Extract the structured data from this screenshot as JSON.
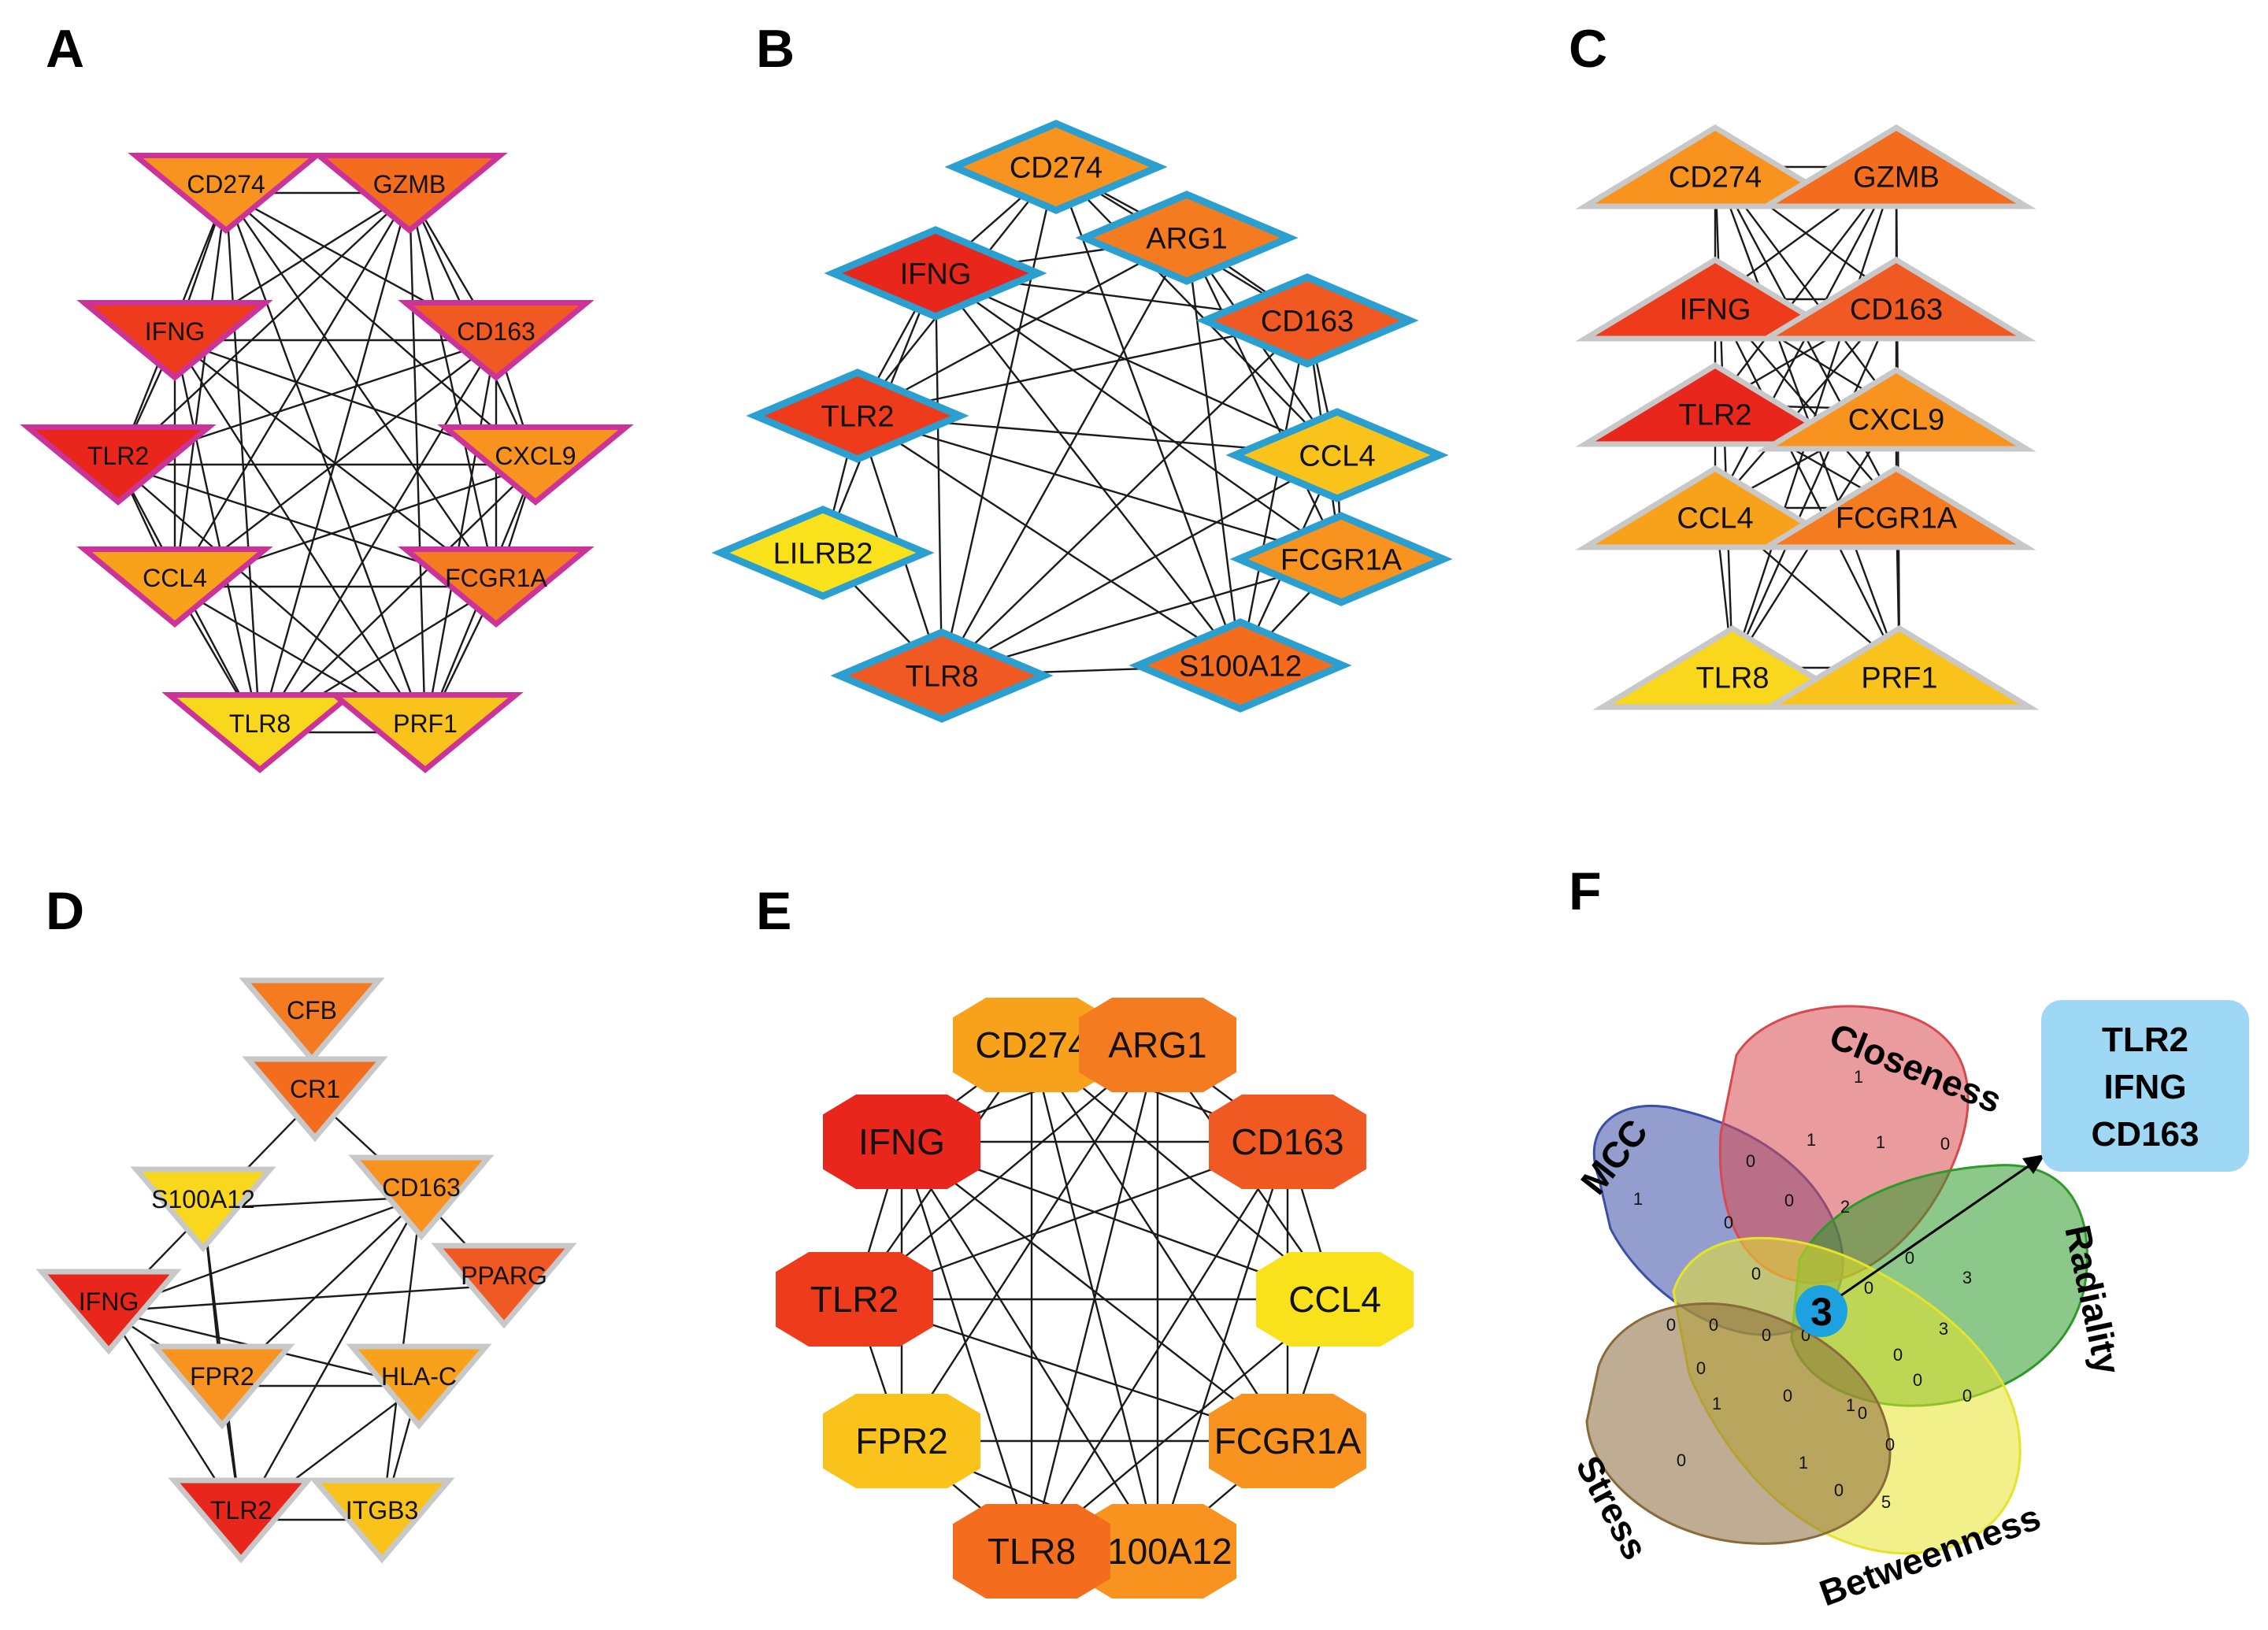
{
  "panels": [
    {
      "letter": "A",
      "shape": "vee",
      "border": "#cc3399",
      "nodes": [
        {
          "label": "CD274",
          "color": "#f7931e"
        },
        {
          "label": "GZMB",
          "color": "#f46d1f"
        },
        {
          "label": "IFNG",
          "color": "#ee3b1c"
        },
        {
          "label": "CD163",
          "color": "#f05a22"
        },
        {
          "label": "TLR2",
          "color": "#e8261c"
        },
        {
          "label": "CXCL9",
          "color": "#f7931e"
        },
        {
          "label": "CCL4",
          "color": "#f8a21c"
        },
        {
          "label": "FCGR1A",
          "color": "#f47b20"
        },
        {
          "label": "TLR8",
          "color": "#f9d71c"
        },
        {
          "label": "PRF1",
          "color": "#f9c31c"
        }
      ],
      "edges": [
        [
          0,
          1
        ],
        [
          0,
          2
        ],
        [
          0,
          3
        ],
        [
          0,
          4
        ],
        [
          0,
          5
        ],
        [
          0,
          6
        ],
        [
          0,
          7
        ],
        [
          0,
          8
        ],
        [
          0,
          9
        ],
        [
          1,
          2
        ],
        [
          1,
          3
        ],
        [
          1,
          4
        ],
        [
          1,
          5
        ],
        [
          1,
          6
        ],
        [
          1,
          7
        ],
        [
          1,
          8
        ],
        [
          1,
          9
        ],
        [
          2,
          3
        ],
        [
          2,
          4
        ],
        [
          2,
          5
        ],
        [
          2,
          6
        ],
        [
          2,
          7
        ],
        [
          2,
          8
        ],
        [
          2,
          9
        ],
        [
          3,
          4
        ],
        [
          3,
          5
        ],
        [
          3,
          6
        ],
        [
          3,
          7
        ],
        [
          3,
          8
        ],
        [
          3,
          9
        ],
        [
          4,
          5
        ],
        [
          4,
          6
        ],
        [
          4,
          7
        ],
        [
          4,
          8
        ],
        [
          4,
          9
        ],
        [
          5,
          6
        ],
        [
          5,
          7
        ],
        [
          5,
          8
        ],
        [
          5,
          9
        ],
        [
          6,
          7
        ],
        [
          6,
          8
        ],
        [
          6,
          9
        ],
        [
          7,
          8
        ],
        [
          7,
          9
        ],
        [
          8,
          9
        ]
      ]
    },
    {
      "letter": "B",
      "shape": "diamond",
      "border": "#2a9fd0",
      "nodes": [
        {
          "label": "CD274",
          "color": "#f7931e"
        },
        {
          "label": "ARG1",
          "color": "#f47b20"
        },
        {
          "label": "IFNG",
          "color": "#e8261c"
        },
        {
          "label": "CD163",
          "color": "#f05a22"
        },
        {
          "label": "TLR2",
          "color": "#ee3b1c"
        },
        {
          "label": "CCL4",
          "color": "#f9c31c"
        },
        {
          "label": "LILRB2",
          "color": "#f9e21c"
        },
        {
          "label": "FCGR1A",
          "color": "#f7931e"
        },
        {
          "label": "TLR8",
          "color": "#f05a22"
        },
        {
          "label": "S100A12",
          "color": "#f46d1f"
        }
      ],
      "edges": [
        [
          0,
          1
        ],
        [
          0,
          2
        ],
        [
          0,
          3
        ],
        [
          0,
          4
        ],
        [
          0,
          5
        ],
        [
          0,
          8
        ],
        [
          0,
          9
        ],
        [
          1,
          2
        ],
        [
          1,
          3
        ],
        [
          1,
          4
        ],
        [
          1,
          5
        ],
        [
          1,
          7
        ],
        [
          1,
          8
        ],
        [
          1,
          9
        ],
        [
          2,
          3
        ],
        [
          2,
          4
        ],
        [
          2,
          5
        ],
        [
          2,
          6
        ],
        [
          2,
          7
        ],
        [
          2,
          8
        ],
        [
          2,
          9
        ],
        [
          3,
          4
        ],
        [
          3,
          5
        ],
        [
          3,
          7
        ],
        [
          3,
          8
        ],
        [
          3,
          9
        ],
        [
          4,
          5
        ],
        [
          4,
          6
        ],
        [
          4,
          7
        ],
        [
          4,
          8
        ],
        [
          4,
          9
        ],
        [
          5,
          7
        ],
        [
          5,
          8
        ],
        [
          5,
          9
        ],
        [
          6,
          8
        ],
        [
          7,
          8
        ],
        [
          7,
          9
        ],
        [
          8,
          9
        ]
      ]
    },
    {
      "letter": "C",
      "shape": "triangle",
      "border": "#c8c8c8",
      "nodes": [
        {
          "label": "CD274",
          "color": "#f7931e"
        },
        {
          "label": "GZMB",
          "color": "#f46d1f"
        },
        {
          "label": "IFNG",
          "color": "#ee3b1c"
        },
        {
          "label": "CD163",
          "color": "#f05a22"
        },
        {
          "label": "TLR2",
          "color": "#e8261c"
        },
        {
          "label": "CXCL9",
          "color": "#f7931e"
        },
        {
          "label": "CCL4",
          "color": "#f8a21c"
        },
        {
          "label": "FCGR1A",
          "color": "#f47b20"
        },
        {
          "label": "TLR8",
          "color": "#f9d71c"
        },
        {
          "label": "PRF1",
          "color": "#f9c31c"
        }
      ],
      "edges": [
        [
          0,
          1
        ],
        [
          0,
          2
        ],
        [
          0,
          3
        ],
        [
          0,
          5
        ],
        [
          0,
          7
        ],
        [
          0,
          8
        ],
        [
          0,
          9
        ],
        [
          1,
          2
        ],
        [
          1,
          3
        ],
        [
          1,
          4
        ],
        [
          1,
          6
        ],
        [
          1,
          8
        ],
        [
          1,
          9
        ],
        [
          2,
          3
        ],
        [
          2,
          4
        ],
        [
          2,
          5
        ],
        [
          2,
          7
        ],
        [
          2,
          9
        ],
        [
          3,
          4
        ],
        [
          3,
          5
        ],
        [
          3,
          6
        ],
        [
          3,
          8
        ],
        [
          4,
          5
        ],
        [
          4,
          6
        ],
        [
          4,
          7
        ],
        [
          5,
          6
        ],
        [
          5,
          7
        ],
        [
          5,
          8
        ],
        [
          6,
          7
        ],
        [
          6,
          8
        ],
        [
          6,
          9
        ],
        [
          7,
          9
        ],
        [
          8,
          9
        ]
      ]
    },
    {
      "letter": "D",
      "shape": "vee",
      "border": "#c8c8c8",
      "nodes": [
        {
          "label": "CFB",
          "color": "#f47b20"
        },
        {
          "label": "CR1",
          "color": "#f46d1f"
        },
        {
          "label": "S100A12",
          "color": "#f9d71c"
        },
        {
          "label": "CD163",
          "color": "#f7931e"
        },
        {
          "label": "IFNG",
          "color": "#e8261c"
        },
        {
          "label": "PPARG",
          "color": "#f05a22"
        },
        {
          "label": "FPR2",
          "color": "#f7931e"
        },
        {
          "label": "HLA-C",
          "color": "#f8a21c"
        },
        {
          "label": "TLR2",
          "color": "#e8261c"
        },
        {
          "label": "ITGB3",
          "color": "#f9c31c"
        }
      ],
      "edges": [
        [
          0,
          1
        ],
        [
          1,
          3
        ],
        [
          1,
          4
        ],
        [
          2,
          3
        ],
        [
          2,
          6
        ],
        [
          2,
          8
        ],
        [
          3,
          4
        ],
        [
          3,
          5
        ],
        [
          3,
          6
        ],
        [
          3,
          8
        ],
        [
          3,
          9
        ],
        [
          4,
          5
        ],
        [
          4,
          6
        ],
        [
          4,
          7
        ],
        [
          4,
          8
        ],
        [
          6,
          8
        ],
        [
          7,
          8
        ],
        [
          7,
          9
        ],
        [
          8,
          9
        ],
        [
          6,
          7
        ]
      ]
    },
    {
      "letter": "E",
      "shape": "octagon",
      "border": "none",
      "nodes": [
        {
          "label": "CD274",
          "color": "#f8a21c"
        },
        {
          "label": "ARG1",
          "color": "#f47b20"
        },
        {
          "label": "CD163",
          "color": "#f05a22"
        },
        {
          "label": "CCL4",
          "color": "#f9e21c"
        },
        {
          "label": "FCGR1A",
          "color": "#f7931e"
        },
        {
          "label": "S100A12",
          "color": "#f7931e"
        },
        {
          "label": "TLR8",
          "color": "#f46d1f"
        },
        {
          "label": "FPR2",
          "color": "#f9c31c"
        },
        {
          "label": "TLR2",
          "color": "#ee3b1c"
        },
        {
          "label": "IFNG",
          "color": "#e8261c"
        }
      ],
      "edges": [
        [
          0,
          1
        ],
        [
          0,
          2
        ],
        [
          0,
          3
        ],
        [
          0,
          4
        ],
        [
          0,
          6
        ],
        [
          0,
          8
        ],
        [
          0,
          9
        ],
        [
          1,
          2
        ],
        [
          1,
          3
        ],
        [
          1,
          5
        ],
        [
          1,
          7
        ],
        [
          1,
          8
        ],
        [
          1,
          9
        ],
        [
          2,
          3
        ],
        [
          2,
          4
        ],
        [
          2,
          5
        ],
        [
          2,
          6
        ],
        [
          2,
          8
        ],
        [
          2,
          9
        ],
        [
          3,
          4
        ],
        [
          3,
          6
        ],
        [
          3,
          8
        ],
        [
          3,
          9
        ],
        [
          4,
          5
        ],
        [
          4,
          7
        ],
        [
          4,
          8
        ],
        [
          4,
          9
        ],
        [
          5,
          6
        ],
        [
          5,
          7
        ],
        [
          5,
          9
        ],
        [
          6,
          7
        ],
        [
          6,
          9
        ],
        [
          7,
          8
        ],
        [
          7,
          9
        ],
        [
          8,
          9
        ],
        [
          0,
          5
        ],
        [
          1,
          6
        ]
      ]
    }
  ],
  "venn": {
    "letter": "F",
    "sets": [
      {
        "label": "MCC",
        "color": "#3a4fa8"
      },
      {
        "label": "Closeness",
        "color": "#d8494e"
      },
      {
        "label": "Radiality",
        "color": "#2e9a2a"
      },
      {
        "label": "Betweenness",
        "color": "#e6e42a"
      },
      {
        "label": "Stress",
        "color": "#8a6a3a"
      }
    ],
    "counts": [
      "1",
      "1",
      "1",
      "0",
      "1",
      "0",
      "2",
      "0",
      "0",
      "0",
      "0",
      "3",
      "3",
      "0",
      "0",
      "0",
      "0",
      "0",
      "0",
      "0",
      "0",
      "0",
      "0",
      "1",
      "0",
      "1",
      "0",
      "1",
      "0",
      "5",
      "0"
    ],
    "center_count": "3",
    "callout": [
      "TLR2",
      "IFNG",
      "CD163"
    ]
  }
}
